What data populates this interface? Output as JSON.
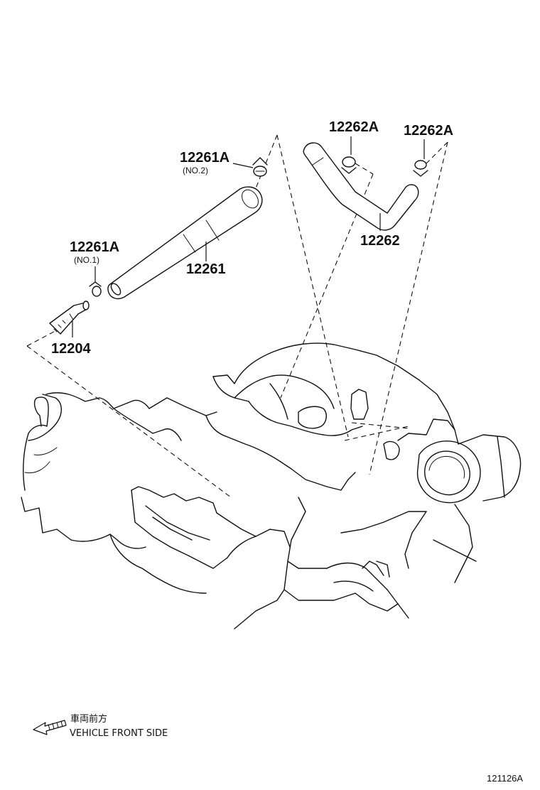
{
  "parts": [
    {
      "id": "p12261A_no2",
      "number": "12261A",
      "sub": "(NO.2)"
    },
    {
      "id": "p12261",
      "number": "12261"
    },
    {
      "id": "p12261A_no1",
      "number": "12261A",
      "sub": "(NO.1)"
    },
    {
      "id": "p12204",
      "number": "12204"
    },
    {
      "id": "p12262A_left",
      "number": "12262A"
    },
    {
      "id": "p12262A_right",
      "number": "12262A"
    },
    {
      "id": "p12262",
      "number": "12262"
    }
  ],
  "direction_note": {
    "japanese": "車両前方",
    "english": "VEHICLE FRONT SIDE",
    "arrow_icon": "direction-arrow-icon"
  },
  "figure_id": "121126A"
}
